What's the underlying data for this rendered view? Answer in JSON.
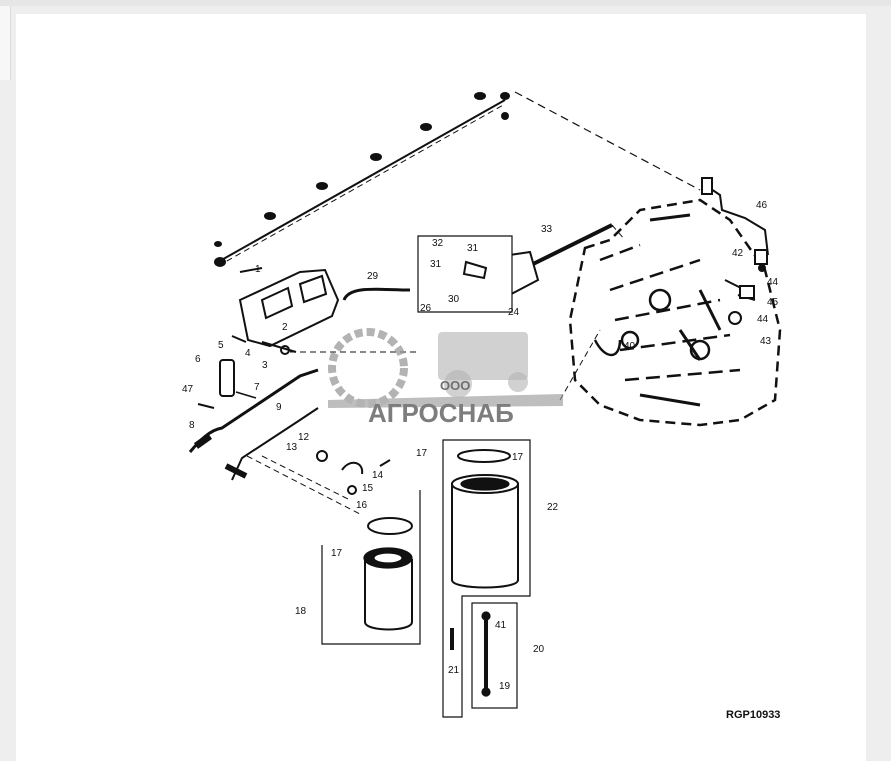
{
  "figure": {
    "reference_code": "RGP10933",
    "watermark": {
      "line1": "ООО",
      "line2": "АГРОСНАБ"
    }
  },
  "callouts": [
    "1",
    "2",
    "3",
    "4",
    "5",
    "6",
    "7",
    "8",
    "9",
    "12",
    "13",
    "14",
    "15",
    "16",
    "17",
    "17",
    "17",
    "18",
    "19",
    "20",
    "21",
    "22",
    "24",
    "26",
    "29",
    "30",
    "31",
    "31",
    "32",
    "33",
    "40",
    "41",
    "42",
    "43",
    "44",
    "44",
    "45",
    "46",
    "47"
  ],
  "colors": {
    "line": "#111111",
    "watermark": "#9a9a9a",
    "background": "#eeeeee",
    "card": "#ffffff"
  }
}
